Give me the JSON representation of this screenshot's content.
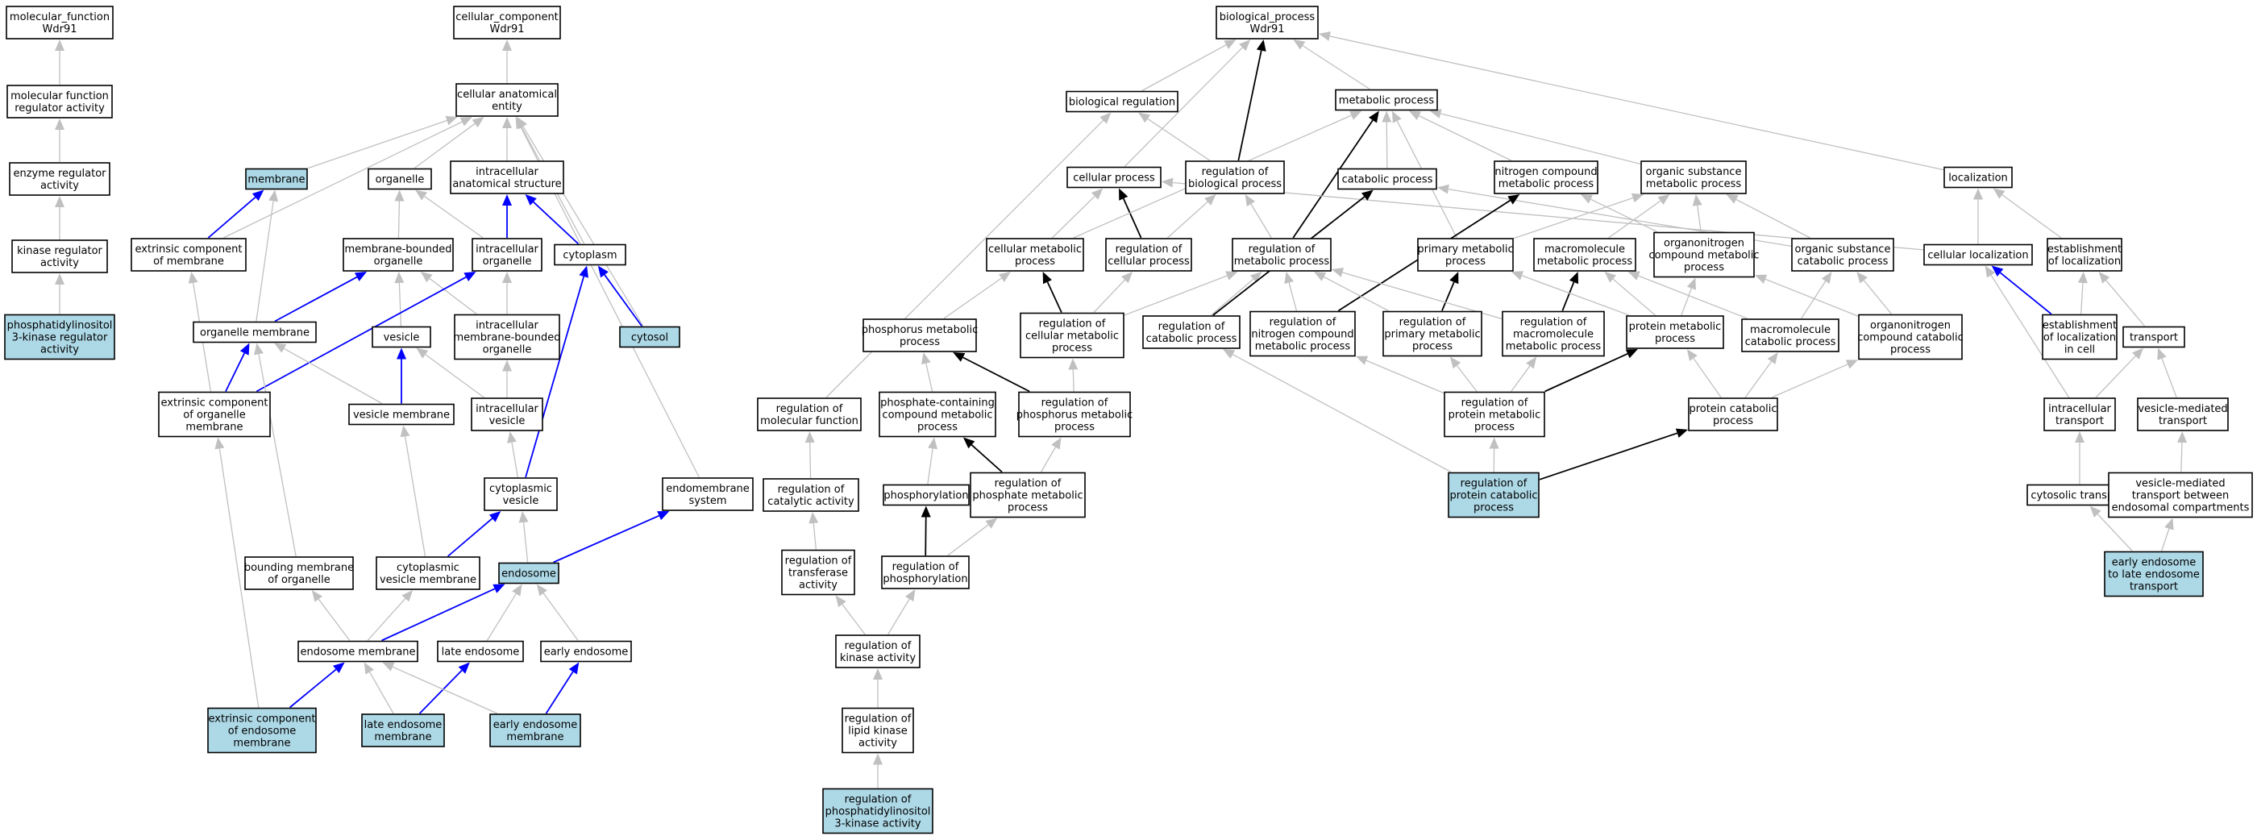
{
  "colors": {
    "background": "#ffffff",
    "node_fill": "#ffffff",
    "node_highlight_fill": "#add8e6",
    "node_border": "#000000",
    "edge_gray": "#c0c0c0",
    "edge_blue": "#0000ff",
    "edge_black": "#000000"
  },
  "nodes": {
    "mf": {
      "lines": [
        "molecular_function",
        "Wdr91"
      ],
      "highlight": false
    },
    "mfra": {
      "lines": [
        "molecular function",
        "regulator activity"
      ],
      "highlight": false
    },
    "era": {
      "lines": [
        "enzyme regulator",
        "activity"
      ],
      "highlight": false
    },
    "kra": {
      "lines": [
        "kinase regulator",
        "activity"
      ],
      "highlight": false
    },
    "pi3kra": {
      "lines": [
        "phosphatidylinositol",
        "3-kinase regulator",
        "activity"
      ],
      "highlight": true
    },
    "cc": {
      "lines": [
        "cellular_component",
        "Wdr91"
      ],
      "highlight": false
    },
    "cae": {
      "lines": [
        "cellular anatomical",
        "entity"
      ],
      "highlight": false
    },
    "membrane": {
      "lines": [
        "membrane"
      ],
      "highlight": true
    },
    "organelle": {
      "lines": [
        "organelle"
      ],
      "highlight": false
    },
    "ias": {
      "lines": [
        "intracellular",
        "anatomical structure"
      ],
      "highlight": false
    },
    "ecm": {
      "lines": [
        "extrinsic component",
        "of membrane"
      ],
      "highlight": false
    },
    "mbo": {
      "lines": [
        "membrane-bounded",
        "organelle"
      ],
      "highlight": false
    },
    "io": {
      "lines": [
        "intracellular",
        "organelle"
      ],
      "highlight": false
    },
    "cytoplasm": {
      "lines": [
        "cytoplasm"
      ],
      "highlight": false
    },
    "cytosol": {
      "lines": [
        "cytosol"
      ],
      "highlight": true
    },
    "om": {
      "lines": [
        "organelle membrane"
      ],
      "highlight": false
    },
    "vesicle": {
      "lines": [
        "vesicle"
      ],
      "highlight": false
    },
    "imbo": {
      "lines": [
        "intracellular",
        "membrane-bounded",
        "organelle"
      ],
      "highlight": false
    },
    "ecom": {
      "lines": [
        "extrinsic component",
        "of organelle",
        "membrane"
      ],
      "highlight": false
    },
    "vm": {
      "lines": [
        "vesicle membrane"
      ],
      "highlight": false
    },
    "iv": {
      "lines": [
        "intracellular",
        "vesicle"
      ],
      "highlight": false
    },
    "cv": {
      "lines": [
        "cytoplasmic",
        "vesicle"
      ],
      "highlight": false
    },
    "ems": {
      "lines": [
        "endomembrane",
        "system"
      ],
      "highlight": false
    },
    "bmo": {
      "lines": [
        "bounding membrane",
        "of organelle"
      ],
      "highlight": false
    },
    "cvm": {
      "lines": [
        "cytoplasmic",
        "vesicle membrane"
      ],
      "highlight": false
    },
    "endosome": {
      "lines": [
        "endosome"
      ],
      "highlight": true
    },
    "endm": {
      "lines": [
        "endosome membrane"
      ],
      "highlight": false
    },
    "le": {
      "lines": [
        "late endosome"
      ],
      "highlight": false
    },
    "ee": {
      "lines": [
        "early endosome"
      ],
      "highlight": false
    },
    "eceem": {
      "lines": [
        "extrinsic component",
        "of endosome",
        "membrane"
      ],
      "highlight": true
    },
    "lem": {
      "lines": [
        "late endosome",
        "membrane"
      ],
      "highlight": true
    },
    "eem": {
      "lines": [
        "early endosome",
        "membrane"
      ],
      "highlight": true
    },
    "bp": {
      "lines": [
        "biological_process",
        "Wdr91"
      ],
      "highlight": false
    },
    "br": {
      "lines": [
        "biological regulation"
      ],
      "highlight": false
    },
    "mp": {
      "lines": [
        "metabolic process"
      ],
      "highlight": false
    },
    "cp": {
      "lines": [
        "cellular process"
      ],
      "highlight": false
    },
    "rbp": {
      "lines": [
        "regulation of",
        "biological process"
      ],
      "highlight": false
    },
    "catp": {
      "lines": [
        "catabolic process"
      ],
      "highlight": false
    },
    "ncmp": {
      "lines": [
        "nitrogen compound",
        "metabolic process"
      ],
      "highlight": false
    },
    "osmp": {
      "lines": [
        "organic substance",
        "metabolic process"
      ],
      "highlight": false
    },
    "loc": {
      "lines": [
        "localization"
      ],
      "highlight": false
    },
    "cmp": {
      "lines": [
        "cellular metabolic",
        "process"
      ],
      "highlight": false
    },
    "rcp": {
      "lines": [
        "regulation of",
        "cellular process"
      ],
      "highlight": false
    },
    "rmp": {
      "lines": [
        "regulation of",
        "metabolic process"
      ],
      "highlight": false
    },
    "pmp": {
      "lines": [
        "primary metabolic",
        "process"
      ],
      "highlight": false
    },
    "mmp": {
      "lines": [
        "macromolecule",
        "metabolic process"
      ],
      "highlight": false
    },
    "oncmp": {
      "lines": [
        "organonitrogen",
        "compound metabolic",
        "process"
      ],
      "highlight": false
    },
    "oscp": {
      "lines": [
        "organic substance",
        "catabolic process"
      ],
      "highlight": false
    },
    "cl": {
      "lines": [
        "cellular localization"
      ],
      "highlight": false
    },
    "eol": {
      "lines": [
        "establishment",
        "of localization"
      ],
      "highlight": false
    },
    "phmp": {
      "lines": [
        "phosphorus metabolic",
        "process"
      ],
      "highlight": false
    },
    "rcmp": {
      "lines": [
        "regulation of",
        "cellular metabolic",
        "process"
      ],
      "highlight": false
    },
    "rcatp": {
      "lines": [
        "regulation of",
        "catabolic process"
      ],
      "highlight": false
    },
    "rncmp": {
      "lines": [
        "regulation of",
        "nitrogen compound",
        "metabolic process"
      ],
      "highlight": false
    },
    "rpmp": {
      "lines": [
        "regulation of",
        "primary metabolic",
        "process"
      ],
      "highlight": false
    },
    "rmmp": {
      "lines": [
        "regulation of",
        "macromolecule",
        "metabolic process"
      ],
      "highlight": false
    },
    "prmp": {
      "lines": [
        "protein metabolic",
        "process"
      ],
      "highlight": false
    },
    "mcp": {
      "lines": [
        "macromolecule",
        "catabolic process"
      ],
      "highlight": false
    },
    "onccp": {
      "lines": [
        "organonitrogen",
        "compound catabolic",
        "process"
      ],
      "highlight": false
    },
    "eolc": {
      "lines": [
        "establishment",
        "of localization",
        "in cell"
      ],
      "highlight": false
    },
    "transport": {
      "lines": [
        "transport"
      ],
      "highlight": false
    },
    "rmf": {
      "lines": [
        "regulation of",
        "molecular function"
      ],
      "highlight": false
    },
    "pccmp": {
      "lines": [
        "phosphate-containing",
        "compound metabolic",
        "process"
      ],
      "highlight": false
    },
    "rphmp": {
      "lines": [
        "regulation of",
        "phosphorus metabolic",
        "process"
      ],
      "highlight": false
    },
    "rprmp": {
      "lines": [
        "regulation of",
        "protein metabolic",
        "process"
      ],
      "highlight": false
    },
    "pcp": {
      "lines": [
        "protein catabolic",
        "process"
      ],
      "highlight": false
    },
    "it": {
      "lines": [
        "intracellular",
        "transport"
      ],
      "highlight": false
    },
    "vmt": {
      "lines": [
        "vesicle-mediated",
        "transport"
      ],
      "highlight": false
    },
    "rca": {
      "lines": [
        "regulation of",
        "catalytic activity"
      ],
      "highlight": false
    },
    "phos": {
      "lines": [
        "phosphorylation"
      ],
      "highlight": false
    },
    "rpmp2": {
      "lines": [
        "regulation of",
        "phosphate metabolic",
        "process"
      ],
      "highlight": false
    },
    "rpcp": {
      "lines": [
        "regulation of",
        "protein catabolic",
        "process"
      ],
      "highlight": true
    },
    "ct": {
      "lines": [
        "cytosolic transport"
      ],
      "highlight": false
    },
    "vmtbec": {
      "lines": [
        "vesicle-mediated",
        "transport between",
        "endosomal compartments"
      ],
      "highlight": false
    },
    "rta": {
      "lines": [
        "regulation of",
        "transferase",
        "activity"
      ],
      "highlight": false
    },
    "rphos": {
      "lines": [
        "regulation of",
        "phosphorylation"
      ],
      "highlight": false
    },
    "eetle": {
      "lines": [
        "early endosome",
        "to late endosome",
        "transport"
      ],
      "highlight": true
    },
    "rka": {
      "lines": [
        "regulation of",
        "kinase activity"
      ],
      "highlight": false
    },
    "rlka": {
      "lines": [
        "regulation of",
        "lipid kinase",
        "activity"
      ],
      "highlight": false
    },
    "rpi3ka": {
      "lines": [
        "regulation of",
        "phosphatidylinositol",
        "3-kinase activity"
      ],
      "highlight": true
    }
  },
  "edges": [
    [
      "mfra",
      "mf",
      "gray"
    ],
    [
      "era",
      "mfra",
      "gray"
    ],
    [
      "kra",
      "era",
      "gray"
    ],
    [
      "pi3kra",
      "kra",
      "gray"
    ],
    [
      "cae",
      "cc",
      "gray"
    ],
    [
      "membrane",
      "cae",
      "gray"
    ],
    [
      "organelle",
      "cae",
      "gray"
    ],
    [
      "ias",
      "cae",
      "gray"
    ],
    [
      "ecm",
      "cae",
      "gray"
    ],
    [
      "cytoplasm",
      "cae",
      "gray"
    ],
    [
      "cytosol",
      "cae",
      "gray"
    ],
    [
      "ems",
      "cae",
      "gray"
    ],
    [
      "ecm",
      "membrane",
      "blue"
    ],
    [
      "om",
      "membrane",
      "gray"
    ],
    [
      "mbo",
      "organelle",
      "gray"
    ],
    [
      "io",
      "organelle",
      "gray"
    ],
    [
      "io",
      "ias",
      "blue"
    ],
    [
      "cytoplasm",
      "ias",
      "blue"
    ],
    [
      "cytosol",
      "cytoplasm",
      "blue"
    ],
    [
      "om",
      "mbo",
      "blue"
    ],
    [
      "vesicle",
      "mbo",
      "gray"
    ],
    [
      "imbo",
      "mbo",
      "gray"
    ],
    [
      "imbo",
      "io",
      "gray"
    ],
    [
      "ecom",
      "io",
      "blue"
    ],
    [
      "cv",
      "cytoplasm",
      "blue"
    ],
    [
      "ecom",
      "om",
      "blue"
    ],
    [
      "ecom",
      "ecm",
      "gray"
    ],
    [
      "vm",
      "om",
      "gray"
    ],
    [
      "vm",
      "vesicle",
      "blue"
    ],
    [
      "iv",
      "vesicle",
      "gray"
    ],
    [
      "iv",
      "imbo",
      "gray"
    ],
    [
      "cv",
      "iv",
      "gray"
    ],
    [
      "cvm",
      "vm",
      "gray"
    ],
    [
      "cvm",
      "cv",
      "blue"
    ],
    [
      "bmo",
      "om",
      "gray"
    ],
    [
      "endosome",
      "cv",
      "gray"
    ],
    [
      "endosome",
      "ems",
      "blue"
    ],
    [
      "endm",
      "endosome",
      "blue"
    ],
    [
      "endm",
      "bmo",
      "gray"
    ],
    [
      "endm",
      "cvm",
      "gray"
    ],
    [
      "le",
      "endosome",
      "gray"
    ],
    [
      "ee",
      "endosome",
      "gray"
    ],
    [
      "eceem",
      "endm",
      "blue"
    ],
    [
      "eceem",
      "ecom",
      "gray"
    ],
    [
      "lem",
      "le",
      "blue"
    ],
    [
      "lem",
      "endm",
      "gray"
    ],
    [
      "eem",
      "ee",
      "blue"
    ],
    [
      "eem",
      "endm",
      "gray"
    ],
    [
      "br",
      "bp",
      "gray"
    ],
    [
      "mp",
      "bp",
      "gray"
    ],
    [
      "cp",
      "bp",
      "gray"
    ],
    [
      "rbp",
      "bp",
      "black"
    ],
    [
      "loc",
      "bp",
      "gray"
    ],
    [
      "rbp",
      "br",
      "gray"
    ],
    [
      "rmf",
      "br",
      "gray"
    ],
    [
      "rcp",
      "cp",
      "black"
    ],
    [
      "rcp",
      "rbp",
      "gray"
    ],
    [
      "catp",
      "mp",
      "gray"
    ],
    [
      "ncmp",
      "mp",
      "gray"
    ],
    [
      "osmp",
      "mp",
      "gray"
    ],
    [
      "cmp",
      "mp",
      "gray"
    ],
    [
      "pmp",
      "mp",
      "gray"
    ],
    [
      "rmp",
      "mp",
      "black"
    ],
    [
      "cmp",
      "cp",
      "gray"
    ],
    [
      "oncmp",
      "ncmp",
      "gray"
    ],
    [
      "mmp",
      "osmp",
      "gray"
    ],
    [
      "oncmp",
      "osmp",
      "gray"
    ],
    [
      "oscp",
      "osmp",
      "gray"
    ],
    [
      "pmp",
      "osmp",
      "gray"
    ],
    [
      "oscp",
      "catp",
      "gray"
    ],
    [
      "cl",
      "cp",
      "gray"
    ],
    [
      "cl",
      "loc",
      "gray"
    ],
    [
      "eol",
      "loc",
      "gray"
    ],
    [
      "rmp",
      "rbp",
      "gray"
    ],
    [
      "phmp",
      "cmp",
      "gray"
    ],
    [
      "rcmp",
      "rcp",
      "gray"
    ],
    [
      "rcmp",
      "rmp",
      "gray"
    ],
    [
      "rcmp",
      "cmp",
      "black"
    ],
    [
      "rcatp",
      "rmp",
      "gray"
    ],
    [
      "rcatp",
      "catp",
      "black"
    ],
    [
      "rncmp",
      "rmp",
      "gray"
    ],
    [
      "rncmp",
      "ncmp",
      "black"
    ],
    [
      "rpmp",
      "rmp",
      "gray"
    ],
    [
      "rpmp",
      "pmp",
      "black"
    ],
    [
      "rmmp",
      "rmp",
      "gray"
    ],
    [
      "rmmp",
      "mmp",
      "black"
    ],
    [
      "prmp",
      "mmp",
      "gray"
    ],
    [
      "prmp",
      "oncmp",
      "gray"
    ],
    [
      "prmp",
      "pmp",
      "gray"
    ],
    [
      "mcp",
      "mmp",
      "gray"
    ],
    [
      "mcp",
      "oscp",
      "gray"
    ],
    [
      "onccp",
      "oncmp",
      "gray"
    ],
    [
      "onccp",
      "oscp",
      "gray"
    ],
    [
      "eolc",
      "cl",
      "blue"
    ],
    [
      "eolc",
      "eol",
      "gray"
    ],
    [
      "transport",
      "eol",
      "gray"
    ],
    [
      "pccmp",
      "phmp",
      "gray"
    ],
    [
      "rphmp",
      "rcmp",
      "gray"
    ],
    [
      "rphmp",
      "phmp",
      "black"
    ],
    [
      "rprmp",
      "rpmp",
      "gray"
    ],
    [
      "rprmp",
      "rmmp",
      "gray"
    ],
    [
      "rprmp",
      "prmp",
      "black"
    ],
    [
      "rprmp",
      "rncmp",
      "gray"
    ],
    [
      "pcp",
      "prmp",
      "gray"
    ],
    [
      "pcp",
      "mcp",
      "gray"
    ],
    [
      "pcp",
      "onccp",
      "gray"
    ],
    [
      "it",
      "cl",
      "gray"
    ],
    [
      "it",
      "transport",
      "gray"
    ],
    [
      "vmt",
      "transport",
      "gray"
    ],
    [
      "rca",
      "rmf",
      "gray"
    ],
    [
      "phos",
      "pccmp",
      "gray"
    ],
    [
      "rpmp2",
      "rphmp",
      "gray"
    ],
    [
      "rpmp2",
      "pccmp",
      "black"
    ],
    [
      "rpcp",
      "rprmp",
      "gray"
    ],
    [
      "rpcp",
      "rcatp",
      "gray"
    ],
    [
      "rpcp",
      "pcp",
      "black"
    ],
    [
      "ct",
      "it",
      "gray"
    ],
    [
      "vmtbec",
      "vmt",
      "gray"
    ],
    [
      "rta",
      "rca",
      "gray"
    ],
    [
      "rphos",
      "rpmp2",
      "gray"
    ],
    [
      "rphos",
      "phos",
      "black"
    ],
    [
      "eetle",
      "ct",
      "gray"
    ],
    [
      "eetle",
      "vmtbec",
      "gray"
    ],
    [
      "rka",
      "rta",
      "gray"
    ],
    [
      "rka",
      "rphos",
      "gray"
    ],
    [
      "rlka",
      "rka",
      "gray"
    ],
    [
      "rpi3ka",
      "rlka",
      "gray"
    ]
  ]
}
